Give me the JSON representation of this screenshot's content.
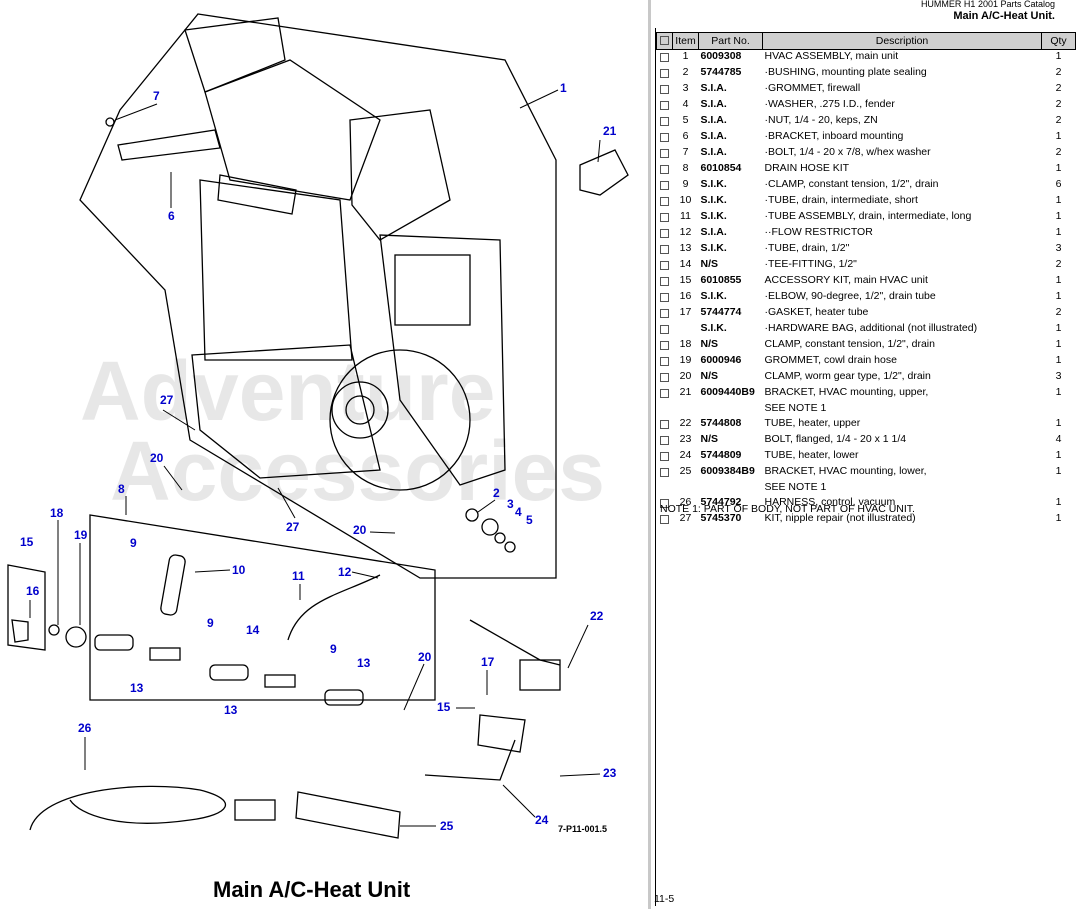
{
  "header": {
    "catalog": "HUMMER H1 2001 Parts Catalog",
    "title": "Main A/C-Heat Unit."
  },
  "columns": {
    "item": "Item",
    "part_no": "Part No.",
    "description": "Description",
    "qty": "Qty"
  },
  "rows": [
    {
      "item": "1",
      "part_no": "6009308",
      "description": "HVAC ASSEMBLY, main unit",
      "qty": "1"
    },
    {
      "item": "2",
      "part_no": "5744785",
      "description": "·BUSHING, mounting plate sealing",
      "qty": "2"
    },
    {
      "item": "3",
      "part_no": "S.I.A.",
      "description": "·GROMMET, firewall",
      "qty": "2"
    },
    {
      "item": "4",
      "part_no": "S.I.A.",
      "description": "·WASHER, .275 I.D., fender",
      "qty": "2"
    },
    {
      "item": "5",
      "part_no": "S.I.A.",
      "description": "·NUT, 1/4 - 20, keps, ZN",
      "qty": "2"
    },
    {
      "item": "6",
      "part_no": "S.I.A.",
      "description": "·BRACKET, inboard mounting",
      "qty": "1"
    },
    {
      "item": "7",
      "part_no": "S.I.A.",
      "description": "·BOLT, 1/4 - 20 x 7/8, w/hex washer",
      "qty": "2"
    },
    {
      "item": "8",
      "part_no": "6010854",
      "description": "DRAIN HOSE KIT",
      "qty": "1"
    },
    {
      "item": "9",
      "part_no": "S.I.K.",
      "description": "·CLAMP, constant tension, 1/2\", drain",
      "qty": "6"
    },
    {
      "item": "10",
      "part_no": "S.I.K.",
      "description": "·TUBE, drain, intermediate, short",
      "qty": "1"
    },
    {
      "item": "11",
      "part_no": "S.I.K.",
      "description": "·TUBE ASSEMBLY, drain, intermediate, long",
      "qty": "1"
    },
    {
      "item": "12",
      "part_no": "S.I.A.",
      "description": "··FLOW RESTRICTOR",
      "qty": "1"
    },
    {
      "item": "13",
      "part_no": "S.I.K.",
      "description": "·TUBE, drain, 1/2\"",
      "qty": "3"
    },
    {
      "item": "14",
      "part_no": "N/S",
      "description": "·TEE-FITTING, 1/2\"",
      "qty": "2"
    },
    {
      "item": "15",
      "part_no": "6010855",
      "description": "ACCESSORY KIT, main HVAC unit",
      "qty": "1"
    },
    {
      "item": "16",
      "part_no": "S.I.K.",
      "description": "·ELBOW, 90-degree,  1/2\",  drain tube",
      "qty": "1"
    },
    {
      "item": "17",
      "part_no": "5744774",
      "description": "·GASKET, heater tube",
      "qty": "2"
    },
    {
      "item": "",
      "part_no": "S.I.K.",
      "description": "·HARDWARE BAG, additional (not illustrated)",
      "qty": "1"
    },
    {
      "item": "18",
      "part_no": "N/S",
      "description": "CLAMP, constant tension, 1/2\", drain",
      "qty": "1"
    },
    {
      "item": "19",
      "part_no": "6000946",
      "description": "GROMMET, cowl drain hose",
      "qty": "1"
    },
    {
      "item": "20",
      "part_no": "N/S",
      "description": "CLAMP,  worm gear type, 1/2\", drain",
      "qty": "3"
    },
    {
      "item": "21",
      "part_no": "6009440B9",
      "description": "BRACKET, HVAC mounting, upper,",
      "qty": "1"
    },
    {
      "item": "",
      "part_no": "",
      "description": "SEE NOTE 1",
      "qty": "",
      "nobox": true
    },
    {
      "item": "22",
      "part_no": "5744808",
      "description": "TUBE, heater, upper",
      "qty": "1"
    },
    {
      "item": "23",
      "part_no": "N/S",
      "description": "BOLT, flanged, 1/4 - 20 x 1 1/4",
      "qty": "4"
    },
    {
      "item": "24",
      "part_no": "5744809",
      "description": "TUBE, heater, lower",
      "qty": "1"
    },
    {
      "item": "25",
      "part_no": "6009384B9",
      "description": "BRACKET, HVAC mounting, lower,",
      "qty": "1"
    },
    {
      "item": "",
      "part_no": "",
      "description": "SEE NOTE 1",
      "qty": "",
      "nobox": true
    },
    {
      "item": "26",
      "part_no": "5744792",
      "description": "HARNESS, control, vacuum",
      "qty": "1"
    },
    {
      "item": "27",
      "part_no": "5745370",
      "description": "KIT, nipple repair (not illustrated)",
      "qty": "1"
    }
  ],
  "note": "NOTE 1:  PART OF BODY, NOT PART OF HVAC UNIT.",
  "page_number": "11-5",
  "diagram": {
    "title": "Main A/C-Heat Unit",
    "figure_id": "7-P11-001.5",
    "watermark_line1": "Adventure",
    "watermark_line2": "Accessories",
    "callouts": {
      "c1": "1",
      "c2": "2",
      "c3": "3",
      "c4": "4",
      "c5": "5",
      "c6": "6",
      "c7": "7",
      "c8": "8",
      "c9a": "9",
      "c9b": "9",
      "c9c": "9",
      "c10": "10",
      "c11": "11",
      "c12": "12",
      "c13a": "13",
      "c13b": "13",
      "c13c": "13",
      "c14": "14",
      "c15a": "15",
      "c15b": "15",
      "c16": "16",
      "c17": "17",
      "c18": "18",
      "c19": "19",
      "c20a": "20",
      "c20b": "20",
      "c20c": "20",
      "c21": "21",
      "c22": "22",
      "c23": "23",
      "c24": "24",
      "c25": "25",
      "c26": "26",
      "c27a": "27",
      "c27b": "27"
    }
  }
}
